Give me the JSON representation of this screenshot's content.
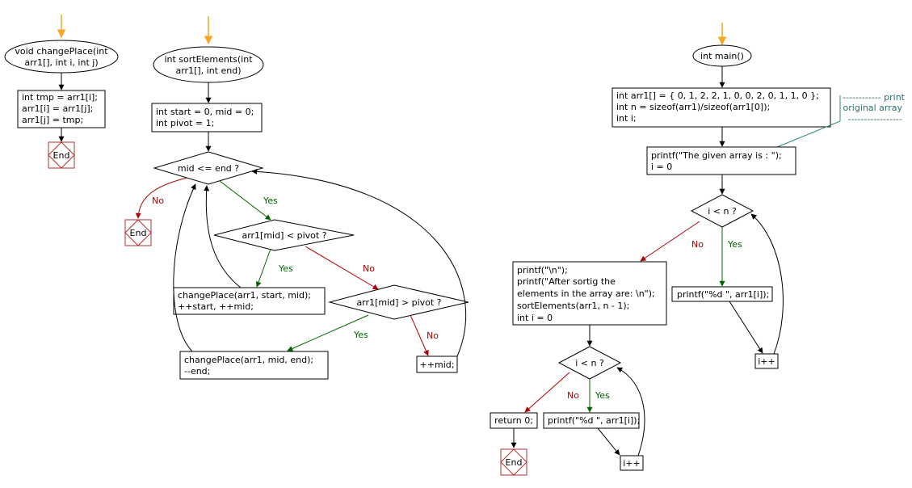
{
  "change_place": {
    "start": [
      "void changePlace(int",
      "arr1[], int i, int j)"
    ],
    "body": [
      "int tmp = arr1[i];",
      "arr1[i] = arr1[j];",
      "arr1[j] = tmp;"
    ],
    "end": "End"
  },
  "sort_elements": {
    "start": [
      "int sortElements(int",
      "arr1[], int end)"
    ],
    "init": [
      "int start = 0, mid = 0;",
      "int pivot = 1;"
    ],
    "cond_loop": "mid <= end ?",
    "end": "End",
    "cond_less": "arr1[mid] < pivot ?",
    "swap_start": [
      "changePlace(arr1, start, mid);",
      "++start, ++mid;"
    ],
    "cond_greater": "arr1[mid] > pivot ?",
    "swap_end": [
      "changePlace(arr1, mid, end);",
      "--end;"
    ],
    "inc_mid": "++mid;"
  },
  "main": {
    "start": "int main()",
    "decl": [
      "int arr1[] = { 0, 1, 2, 2, 1, 0, 0, 2, 0, 1, 1, 0 };",
      "int n = sizeof(arr1)/sizeof(arr1[0]);",
      "int i;"
    ],
    "comment": [
      "------------ print",
      "original array",
      "-----------------"
    ],
    "print_given": [
      "printf(\"The given array is :  \");",
      "i = 0"
    ],
    "cond1": "i < n ?",
    "print_item1": "printf(\"%d  \", arr1[i]);",
    "inc1": "i++",
    "after": [
      "printf(\"\\n\");",
      "printf(\"After sortig the",
      "elements in the array are: \\n\");",
      "sortElements(arr1, n - 1);",
      "int i = 0"
    ],
    "cond2": "i < n ?",
    "ret": "return 0;",
    "print_item2": "printf(\"%d \", arr1[i]);",
    "inc2": "i++",
    "end": "End"
  },
  "labels": {
    "yes": "Yes",
    "no": "No"
  }
}
